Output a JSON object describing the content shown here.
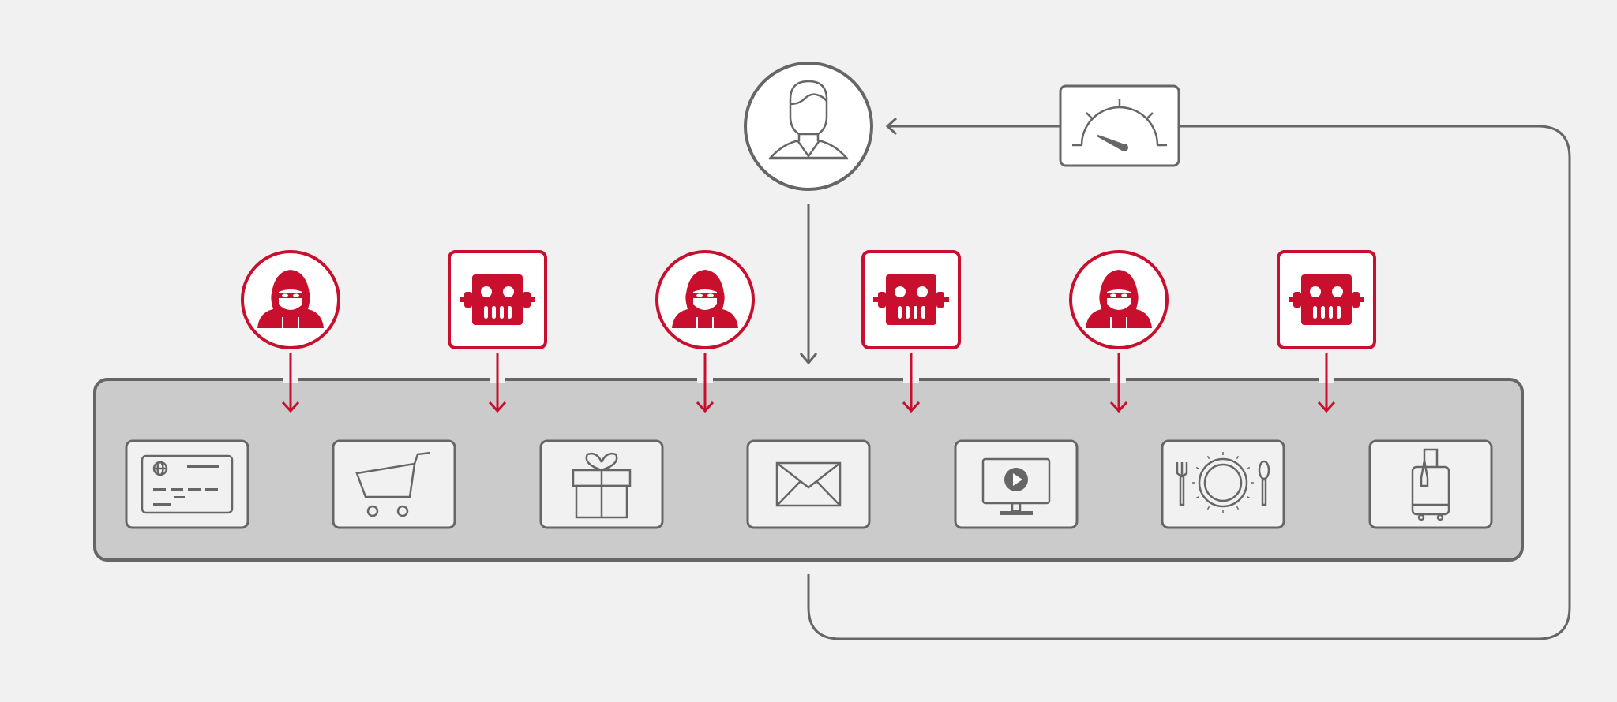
{
  "colors": {
    "background": "#f1f1f1",
    "line": "#666666",
    "threat": "#c8102e",
    "panel": "#cbcbcb",
    "card": "#f1f1f1",
    "white": "#ffffff"
  },
  "user": {
    "icon": "user-icon"
  },
  "speed": {
    "icon": "speedometer-icon"
  },
  "threats": [
    {
      "kind": "hacker",
      "icon": "hacker-icon"
    },
    {
      "kind": "bot",
      "icon": "bot-icon"
    },
    {
      "kind": "hacker",
      "icon": "hacker-icon"
    },
    {
      "kind": "bot",
      "icon": "bot-icon"
    },
    {
      "kind": "hacker",
      "icon": "hacker-icon"
    },
    {
      "kind": "bot",
      "icon": "bot-icon"
    }
  ],
  "services": [
    {
      "icon": "credit-card-icon"
    },
    {
      "icon": "shopping-cart-icon"
    },
    {
      "icon": "gift-icon"
    },
    {
      "icon": "envelope-icon"
    },
    {
      "icon": "video-monitor-icon"
    },
    {
      "icon": "dining-plate-icon"
    },
    {
      "icon": "luggage-icon"
    }
  ]
}
